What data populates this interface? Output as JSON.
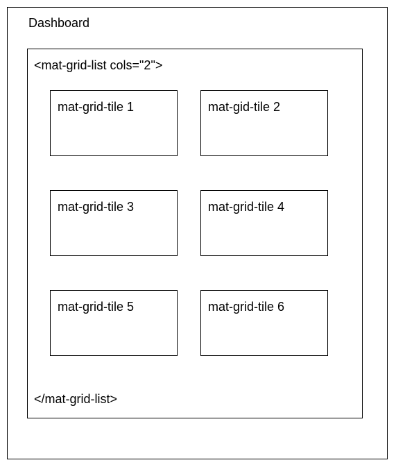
{
  "title": "Dashboard",
  "grid": {
    "open_tag": "<mat-grid-list cols=\"2\">",
    "close_tag": "</mat-grid-list>",
    "tiles": [
      {
        "label": "mat-grid-tile 1"
      },
      {
        "label": "mat-gid-tile 2"
      },
      {
        "label": "mat-grid-tile 3"
      },
      {
        "label": "mat-grid-tile 4"
      },
      {
        "label": "mat-grid-tile 5"
      },
      {
        "label": "mat-grid-tile 6"
      }
    ]
  }
}
